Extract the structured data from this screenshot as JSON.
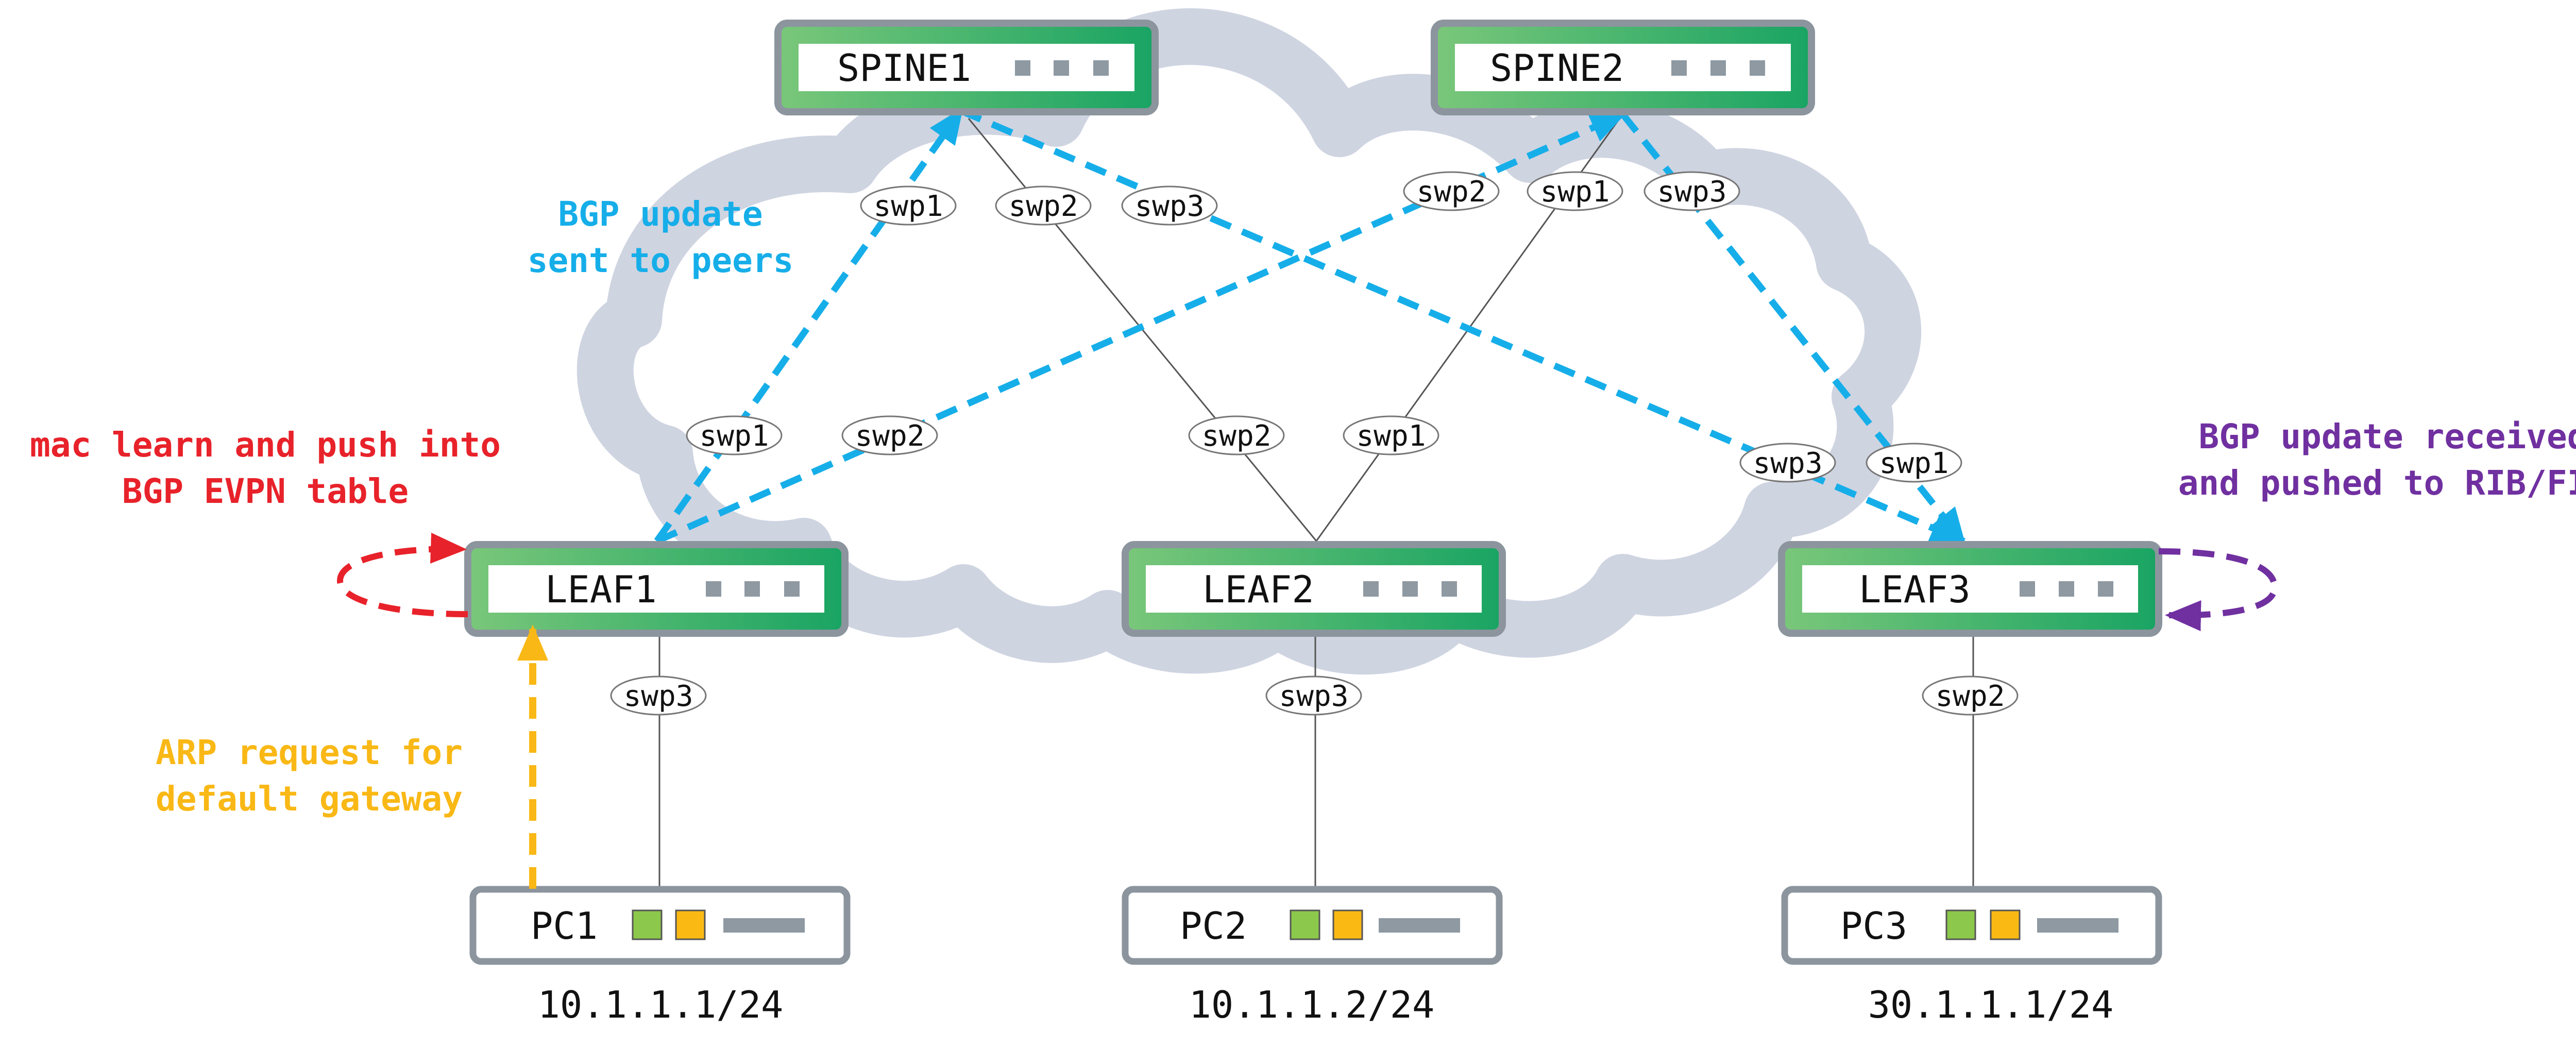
{
  "spines": [
    {
      "name": "SPINE1"
    },
    {
      "name": "SPINE2"
    }
  ],
  "leaves": [
    {
      "name": "LEAF1"
    },
    {
      "name": "LEAF2"
    },
    {
      "name": "LEAF3"
    }
  ],
  "pcs": [
    {
      "name": "PC1",
      "ip": "10.1.1.1/24"
    },
    {
      "name": "PC2",
      "ip": "10.1.1.2/24"
    },
    {
      "name": "PC3",
      "ip": "30.1.1.1/24"
    }
  ],
  "ports": {
    "spine1_swp1": "swp1",
    "spine1_swp2": "swp2",
    "spine1_swp3": "swp3",
    "spine2_swp2": "swp2",
    "spine2_swp1": "swp1",
    "spine2_swp3": "swp3",
    "leaf1_swp1": "swp1",
    "leaf1_swp2": "swp2",
    "leaf1_swp3": "swp3",
    "leaf2_swp2": "swp2",
    "leaf2_swp1": "swp1",
    "leaf2_swp3": "swp3",
    "leaf3_swp3": "swp3",
    "leaf3_swp1": "swp1",
    "leaf3_swp2": "swp2"
  },
  "annotations": {
    "bgp_sent": [
      "BGP update",
      "sent to peers"
    ],
    "mac_learn": [
      "mac learn and push into",
      "BGP EVPN table"
    ],
    "arp_request": [
      "ARP request for",
      "default gateway"
    ],
    "bgp_received": [
      "BGP update received",
      "and pushed to RIB/FIB"
    ]
  },
  "colors": {
    "blue": "#16aee9",
    "red": "#e8222a",
    "yellow": "#f9b815",
    "purple": "#7030a0",
    "cloud": "#cfd4e1",
    "device_border": "#8c959e",
    "green_light": "#7ac77a",
    "green_dark": "#19a463",
    "pc_green": "#8cc84b",
    "pc_yellow": "#fbb914",
    "pc_gray": "#8e99a2"
  }
}
